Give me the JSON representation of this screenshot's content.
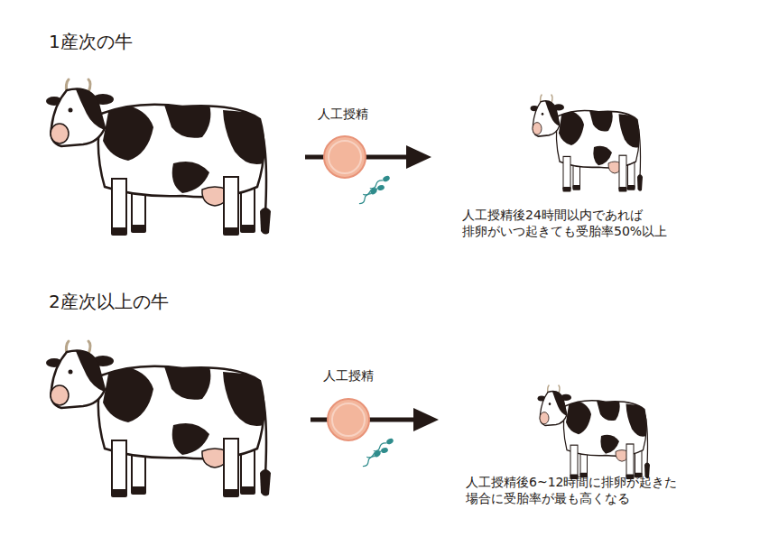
{
  "diagram": {
    "labels": [
      "1産次の牛",
      "人工授精",
      "人工授精後24時間以内であれば 排卵がいつ起きても受胎率50%以上",
      "2産次以上の牛",
      "人工授精",
      "人工授精後6~12時間に排卵が起きた 場合に受胎率が最も高くなる"
    ]
  }
}
